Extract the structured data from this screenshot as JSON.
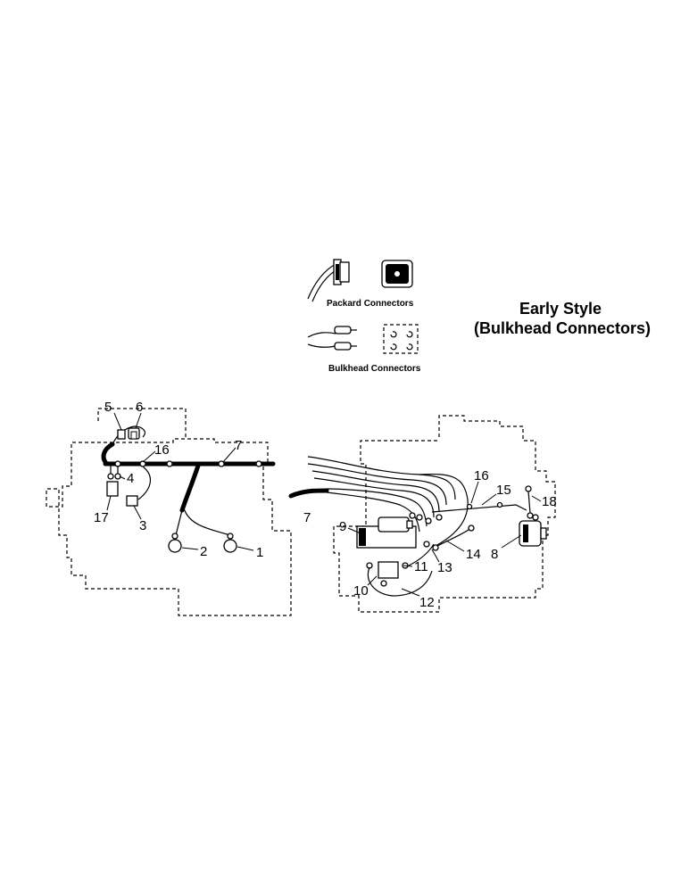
{
  "title": {
    "line1": "Early Style",
    "line2": "(Bulkhead Connectors)"
  },
  "legend": {
    "packard_caption": "Packard Connectors",
    "bulkhead_caption": "Bulkhead Connectors"
  },
  "callouts": {
    "c1": "1",
    "c2": "2",
    "c3": "3",
    "c4": "4",
    "c5": "5",
    "c6": "6",
    "c7_left": "7",
    "c16_left": "16",
    "c17": "17",
    "c7_right": "7",
    "c8": "8",
    "c9": "9",
    "c10": "10",
    "c11": "11",
    "c12": "12",
    "c13": "13",
    "c14": "14",
    "c15": "15",
    "c16_right": "16",
    "c18": "18"
  },
  "colors": {
    "line": "#000000",
    "background": "#ffffff"
  }
}
